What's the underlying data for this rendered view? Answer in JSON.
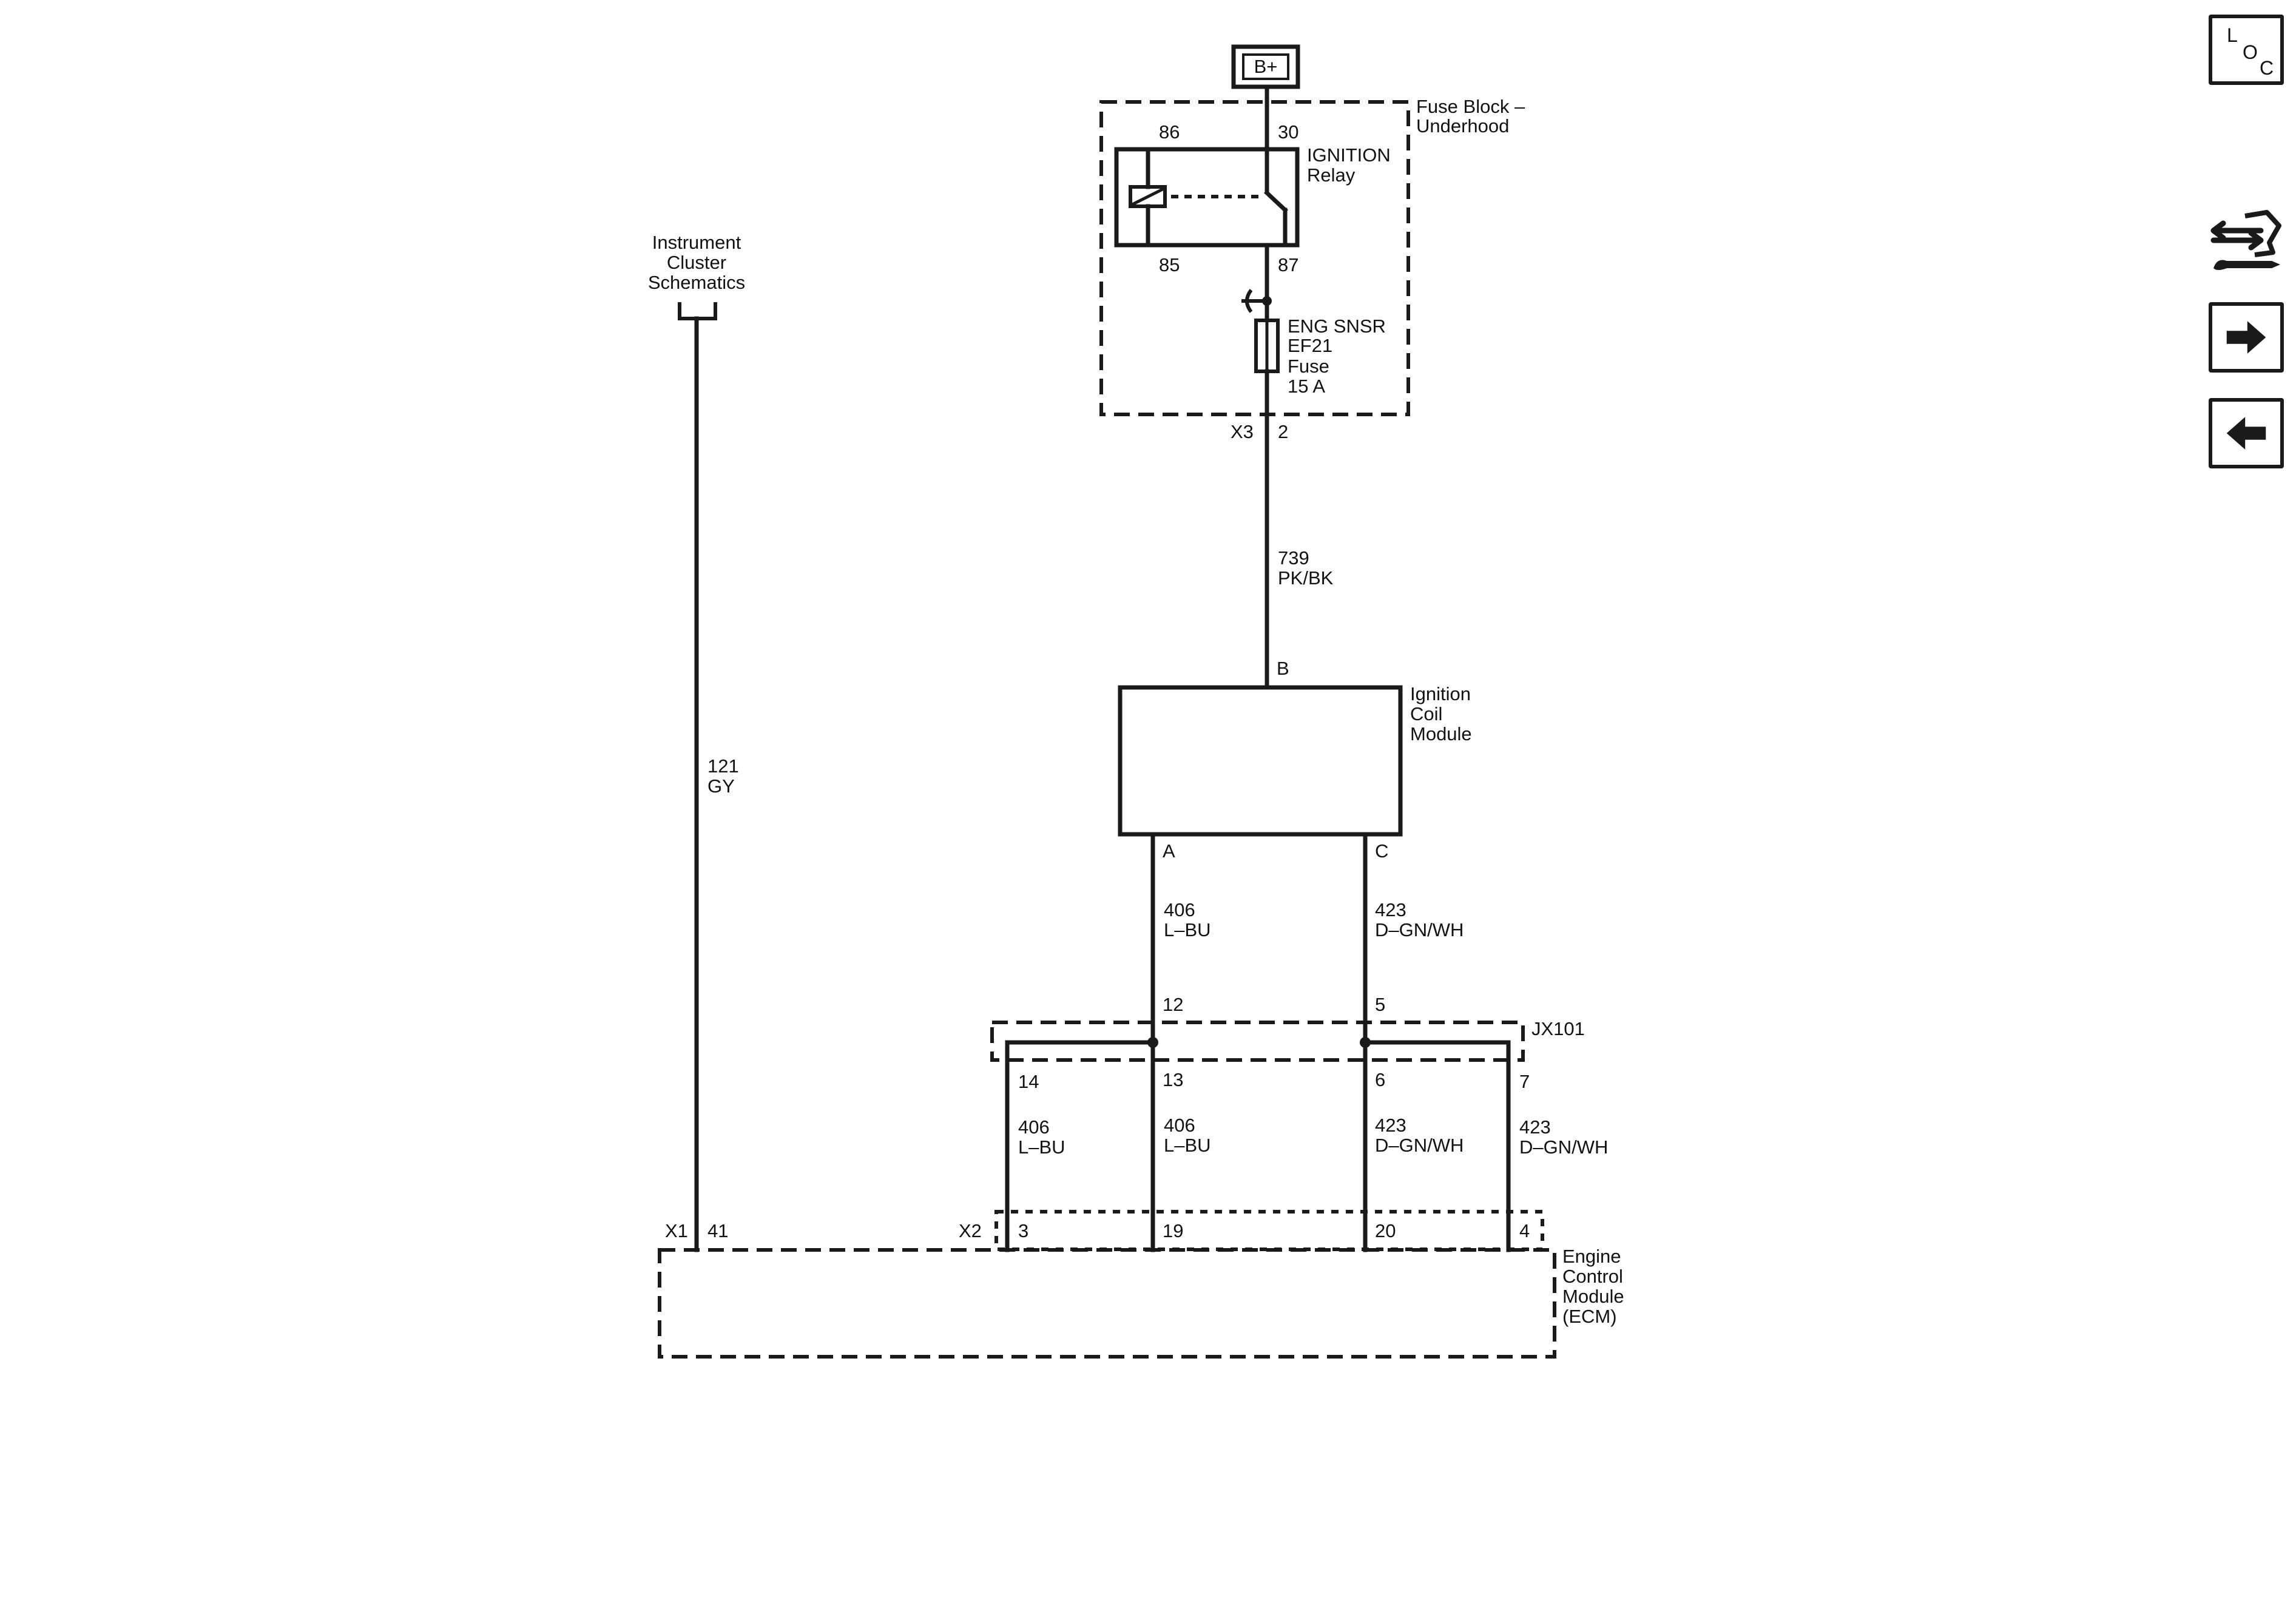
{
  "power": {
    "label": "B+"
  },
  "fuse_block": {
    "title_line1": "Fuse Block –",
    "title_line2": "Underhood",
    "connector": "X3",
    "pin": "2"
  },
  "relay": {
    "name_line1": "IGNITION",
    "name_line2": "Relay",
    "pin_86": "86",
    "pin_30": "30",
    "pin_85": "85",
    "pin_87": "87"
  },
  "fuse": {
    "line1": "ENG SNSR",
    "line2": "EF21",
    "line3": "Fuse",
    "line4": "15 A"
  },
  "instrument_cluster": {
    "line1": "Instrument",
    "line2": "Cluster",
    "line3": "Schematics"
  },
  "wires": {
    "w739": {
      "circuit": "739",
      "color": "PK/BK"
    },
    "w121": {
      "circuit": "121",
      "color": "GY"
    },
    "w406a": {
      "circuit": "406",
      "color": "L–BU"
    },
    "w423a": {
      "circuit": "423",
      "color": "D–GN/WH"
    },
    "w406_14": {
      "circuit": "406",
      "color": "L–BU"
    },
    "w406_13": {
      "circuit": "406",
      "color": "L–BU"
    },
    "w423_6": {
      "circuit": "423",
      "color": "D–GN/WH"
    },
    "w423_7": {
      "circuit": "423",
      "color": "D–GN/WH"
    }
  },
  "coil_module": {
    "line1": "Ignition",
    "line2": "Coil",
    "line3": "Module",
    "pin_b": "B",
    "pin_a": "A",
    "pin_c": "C"
  },
  "splice": {
    "name": "JX101",
    "pin_12": "12",
    "pin_5": "5",
    "pin_14": "14",
    "pin_13": "13",
    "pin_6": "6",
    "pin_7": "7"
  },
  "ecm": {
    "line1": "Engine",
    "line2": "Control",
    "line3": "Module",
    "line4": "(ECM)",
    "x1": "X1",
    "pin_41": "41",
    "x2": "X2",
    "pin_3": "3",
    "pin_19": "19",
    "pin_20": "20",
    "pin_4": "4"
  },
  "nav": {
    "loc": {
      "l": "L",
      "o": "O",
      "c": "C"
    },
    "icons": [
      "diagnostic-tools-icon",
      "arrow-right-icon",
      "arrow-left-icon"
    ]
  }
}
